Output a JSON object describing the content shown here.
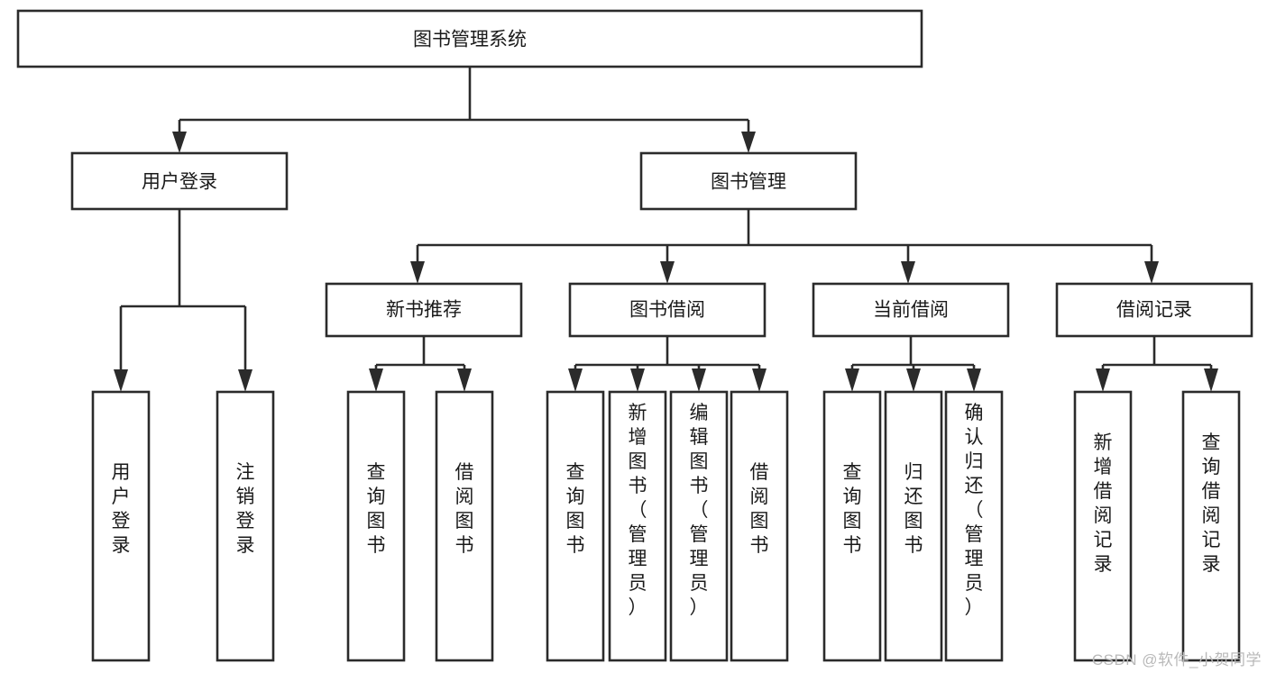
{
  "diagram": {
    "type": "tree-hierarchy-chart",
    "title": "图书管理系统",
    "orientation": "top-down",
    "style": {
      "box_fill": "#ffffff",
      "box_stroke": "#2b2b2b",
      "text_color": "#1a1a1a",
      "watermark_color": "#b9b9b9",
      "background": "#ffffff"
    },
    "watermark": "CSDN @软件_小贺同学",
    "levels": [
      {
        "level": 1,
        "nodes": [
          {
            "id": "root",
            "label": "图书管理系统",
            "orient": "horizontal"
          }
        ]
      },
      {
        "level": 2,
        "nodes": [
          {
            "id": "login",
            "label": "用户登录",
            "orient": "horizontal",
            "parent": "root"
          },
          {
            "id": "bookmgmt",
            "label": "图书管理",
            "orient": "horizontal",
            "parent": "root"
          }
        ]
      },
      {
        "level": 3,
        "nodes": [
          {
            "id": "newbook",
            "label": "新书推荐",
            "orient": "horizontal",
            "parent": "bookmgmt"
          },
          {
            "id": "borrow",
            "label": "图书借阅",
            "orient": "horizontal",
            "parent": "bookmgmt"
          },
          {
            "id": "current",
            "label": "当前借阅",
            "orient": "horizontal",
            "parent": "bookmgmt"
          },
          {
            "id": "record",
            "label": "借阅记录",
            "orient": "horizontal",
            "parent": "bookmgmt"
          }
        ]
      },
      {
        "level": 4,
        "nodes": [
          {
            "id": "leaf1",
            "label": "用户登录",
            "orient": "vertical",
            "parent": "login"
          },
          {
            "id": "leaf2",
            "label": "注销登录",
            "orient": "vertical",
            "parent": "login"
          },
          {
            "id": "leaf3",
            "label": "查询图书",
            "orient": "vertical",
            "parent": "newbook"
          },
          {
            "id": "leaf4",
            "label": "借阅图书",
            "orient": "vertical",
            "parent": "newbook"
          },
          {
            "id": "leaf5",
            "label": "查询图书",
            "orient": "vertical",
            "parent": "borrow"
          },
          {
            "id": "leaf6",
            "label": "新增图书（管理员）",
            "orient": "vertical",
            "parent": "borrow"
          },
          {
            "id": "leaf7",
            "label": "编辑图书（管理员）",
            "orient": "vertical",
            "parent": "borrow"
          },
          {
            "id": "leaf8",
            "label": "借阅图书",
            "orient": "vertical",
            "parent": "borrow"
          },
          {
            "id": "leaf9",
            "label": "查询图书",
            "orient": "vertical",
            "parent": "current"
          },
          {
            "id": "leaf10",
            "label": "归还图书",
            "orient": "vertical",
            "parent": "current"
          },
          {
            "id": "leaf11",
            "label": "确认归还（管理员）",
            "orient": "vertical",
            "parent": "current"
          },
          {
            "id": "leaf12",
            "label": "新增借阅记录",
            "orient": "vertical",
            "parent": "record"
          },
          {
            "id": "leaf13",
            "label": "查询借阅记录",
            "orient": "vertical",
            "parent": "record"
          }
        ]
      }
    ],
    "node_labels": {
      "root": "图书管理系统",
      "login": "用户登录",
      "bookmgmt": "图书管理",
      "newbook": "新书推荐",
      "borrow": "图书借阅",
      "current": "当前借阅",
      "record": "借阅记录",
      "leaf1": "用户登录",
      "leaf2": "注销登录",
      "leaf3": "查询图书",
      "leaf4": "借阅图书",
      "leaf5": "查询图书",
      "leaf6": "新增图书（管理员）",
      "leaf7": "编辑图书（管理员）",
      "leaf8": "借阅图书",
      "leaf9": "查询图书",
      "leaf10": "归还图书",
      "leaf11": "确认归还（管理员）",
      "leaf12": "新增借阅记录",
      "leaf13": "查询借阅记录"
    }
  }
}
